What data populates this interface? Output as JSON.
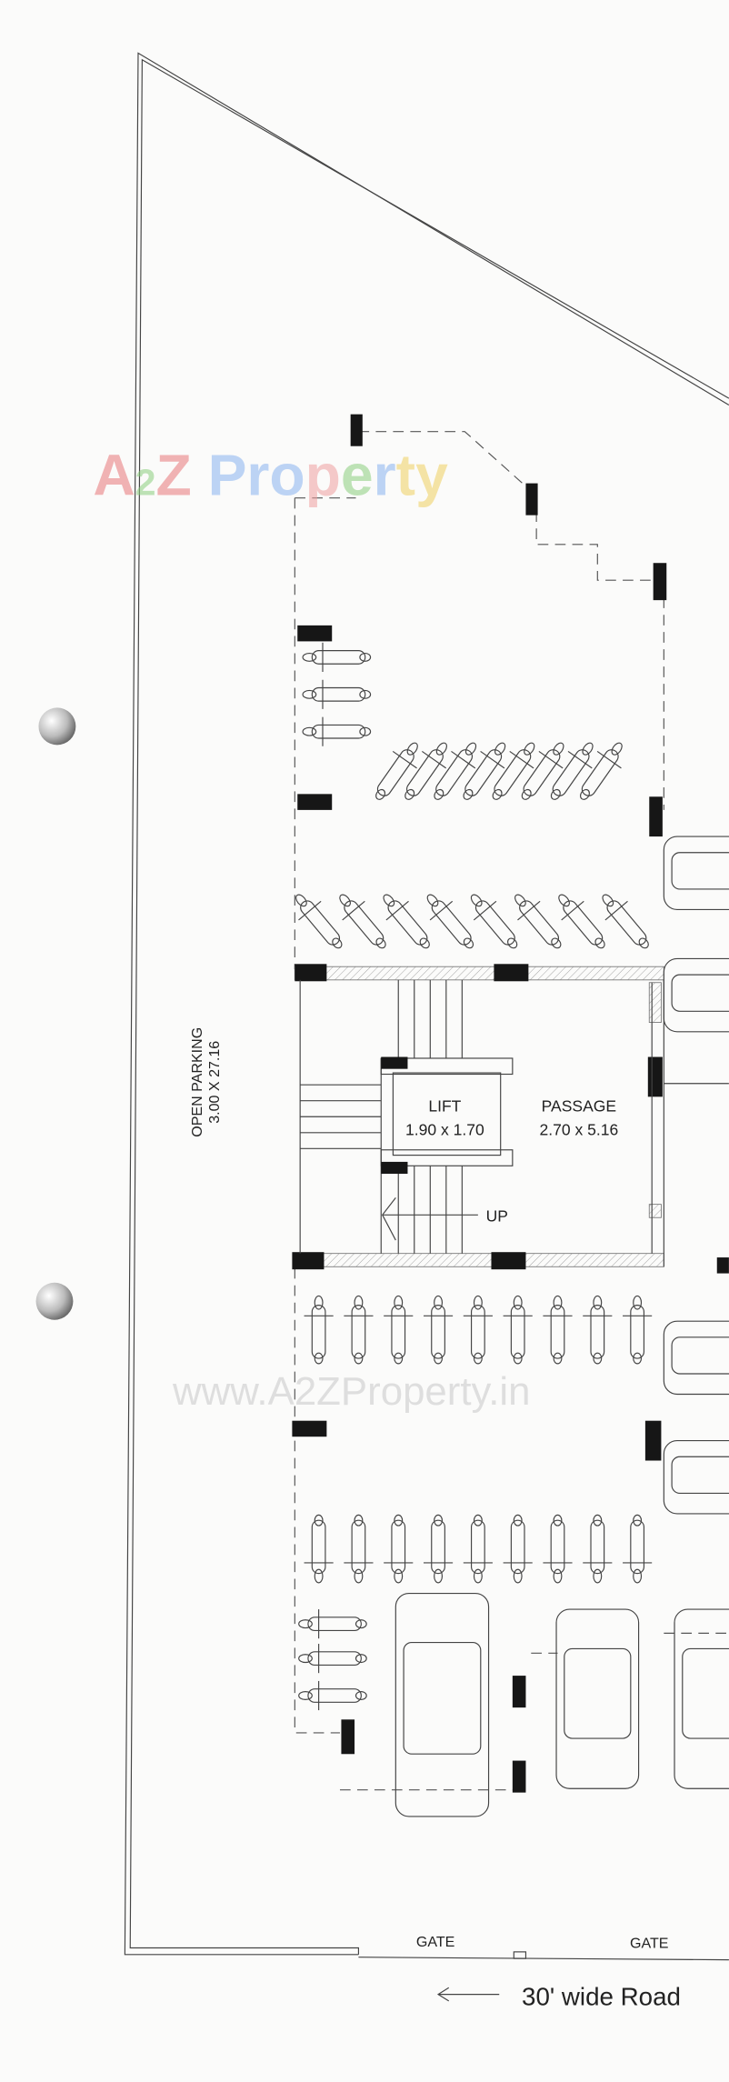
{
  "watermark_logo": "A2Z Property",
  "watermark_url": "www.A2ZProperty.in",
  "rooms": {
    "open_parking": {
      "name": "OPEN PARKING",
      "size": "3.00 X 27.16"
    },
    "lift": {
      "name": "LIFT",
      "size": "1.90 x 1.70"
    },
    "passage": {
      "name": "PASSAGE",
      "size": "2.70 x 5.16"
    }
  },
  "stair_label": "UP",
  "gates": [
    "GATE",
    "GATE"
  ],
  "road_label": "30' wide Road",
  "colors": {
    "line": "#444444",
    "column": "#161616",
    "logo_red": "#e8787a",
    "logo_green": "#8ccf7e",
    "logo_blue": "#8ab4f0",
    "logo_yellow": "#f0d060"
  }
}
